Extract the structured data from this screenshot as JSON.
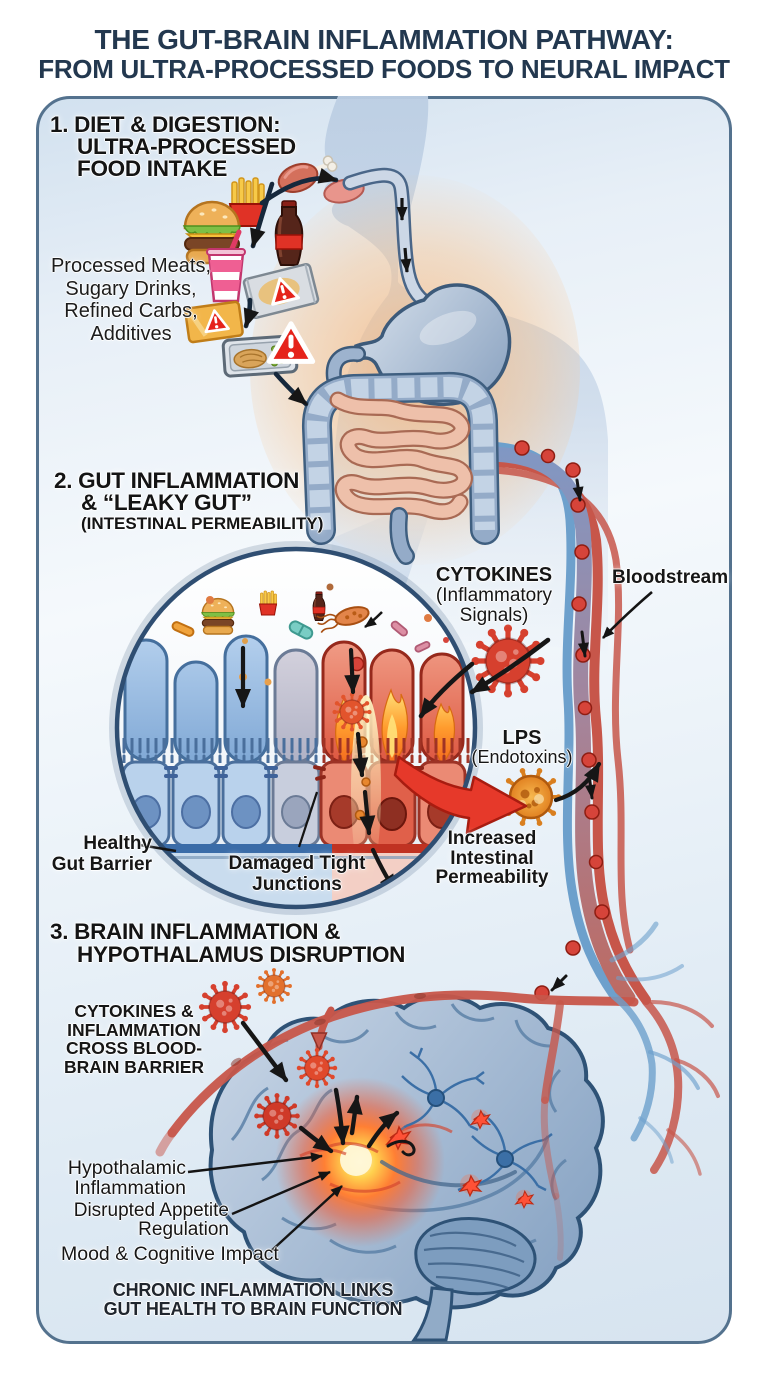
{
  "title": {
    "line1": "THE GUT-BRAIN INFLAMMATION PATHWAY:",
    "line2": "FROM ULTRA-PROCESSED FOODS TO NEURAL IMPACT"
  },
  "section1": {
    "heading": [
      "1. DIET & DIGESTION:",
      "ULTRA-PROCESSED",
      "FOOD INTAKE"
    ],
    "caption": [
      "Processed Meats,",
      "Sugary Drinks,",
      "Refined Carbs,",
      "Additives"
    ]
  },
  "section2": {
    "heading": [
      "2. GUT INFLAMMATION",
      "& “LEAKY GUT”",
      "(INTESTINAL PERMEABILITY)"
    ],
    "labels": {
      "cytokines": [
        "CYTOKINES",
        "(Inflammatory",
        "Signals)"
      ],
      "bloodstream": "Bloodstream",
      "lps": [
        "LPS",
        "(Endotoxins)"
      ],
      "permeability": [
        "Increased",
        "Intestinal",
        "Permeability"
      ],
      "healthy": [
        "Healthy",
        "Gut Barrier"
      ],
      "damaged": [
        "Damaged Tight",
        "Junctions"
      ]
    }
  },
  "section3": {
    "heading": [
      "3. BRAIN INFLAMMATION &",
      "HYPOTHALAMUS DISRUPTION"
    ],
    "labels": {
      "bbb": [
        "CYTOKINES &",
        "INFLAMMATION",
        "CROSS BLOOD-",
        "BRAIN BARRIER"
      ],
      "hypothalamic": [
        "Hypothalamic",
        "Inflammation"
      ],
      "appetite": [
        "Disrupted Appetite",
        "Regulation"
      ],
      "mood": "Mood & Cognitive Impact"
    }
  },
  "footer": {
    "line1": "CHRONIC INFLAMMATION LINKS",
    "line2": "GUT HEALTH TO BRAIN FUNCTION"
  },
  "palette": {
    "title_navy": "#23384f",
    "heading_black": "#141414",
    "panel_border": "#54728e",
    "panel_bg": "#e7eff7",
    "vessel_red": "#c7564a",
    "vessel_blue": "#6da0cc",
    "cytokine_red": "#d6402e",
    "lps_orange": "#e8872e",
    "healthy_villi_blue": "#8db4de",
    "inflamed_red": "#e05a42",
    "flame_orange": "#ff9c2e",
    "brain_blue": "#a9bfd8",
    "inflamed_glow": "#ff7f34"
  },
  "icons": {
    "burger-icon": "🍔",
    "fries-icon": "🍟",
    "drumstick-icon": "🍗",
    "cola-bottle-icon": "🥤",
    "drink-cup-icon": "🥤",
    "snack-packet-icon": "🍫",
    "ready-meal-tray-icon": "🍱",
    "warning-triangle-icon": "⚠",
    "cytokine-virus-icon": "🦠",
    "lps-microbe-icon": "🦠",
    "bacteria-icon": "🦠",
    "pill-capsule-icon": "💊"
  }
}
